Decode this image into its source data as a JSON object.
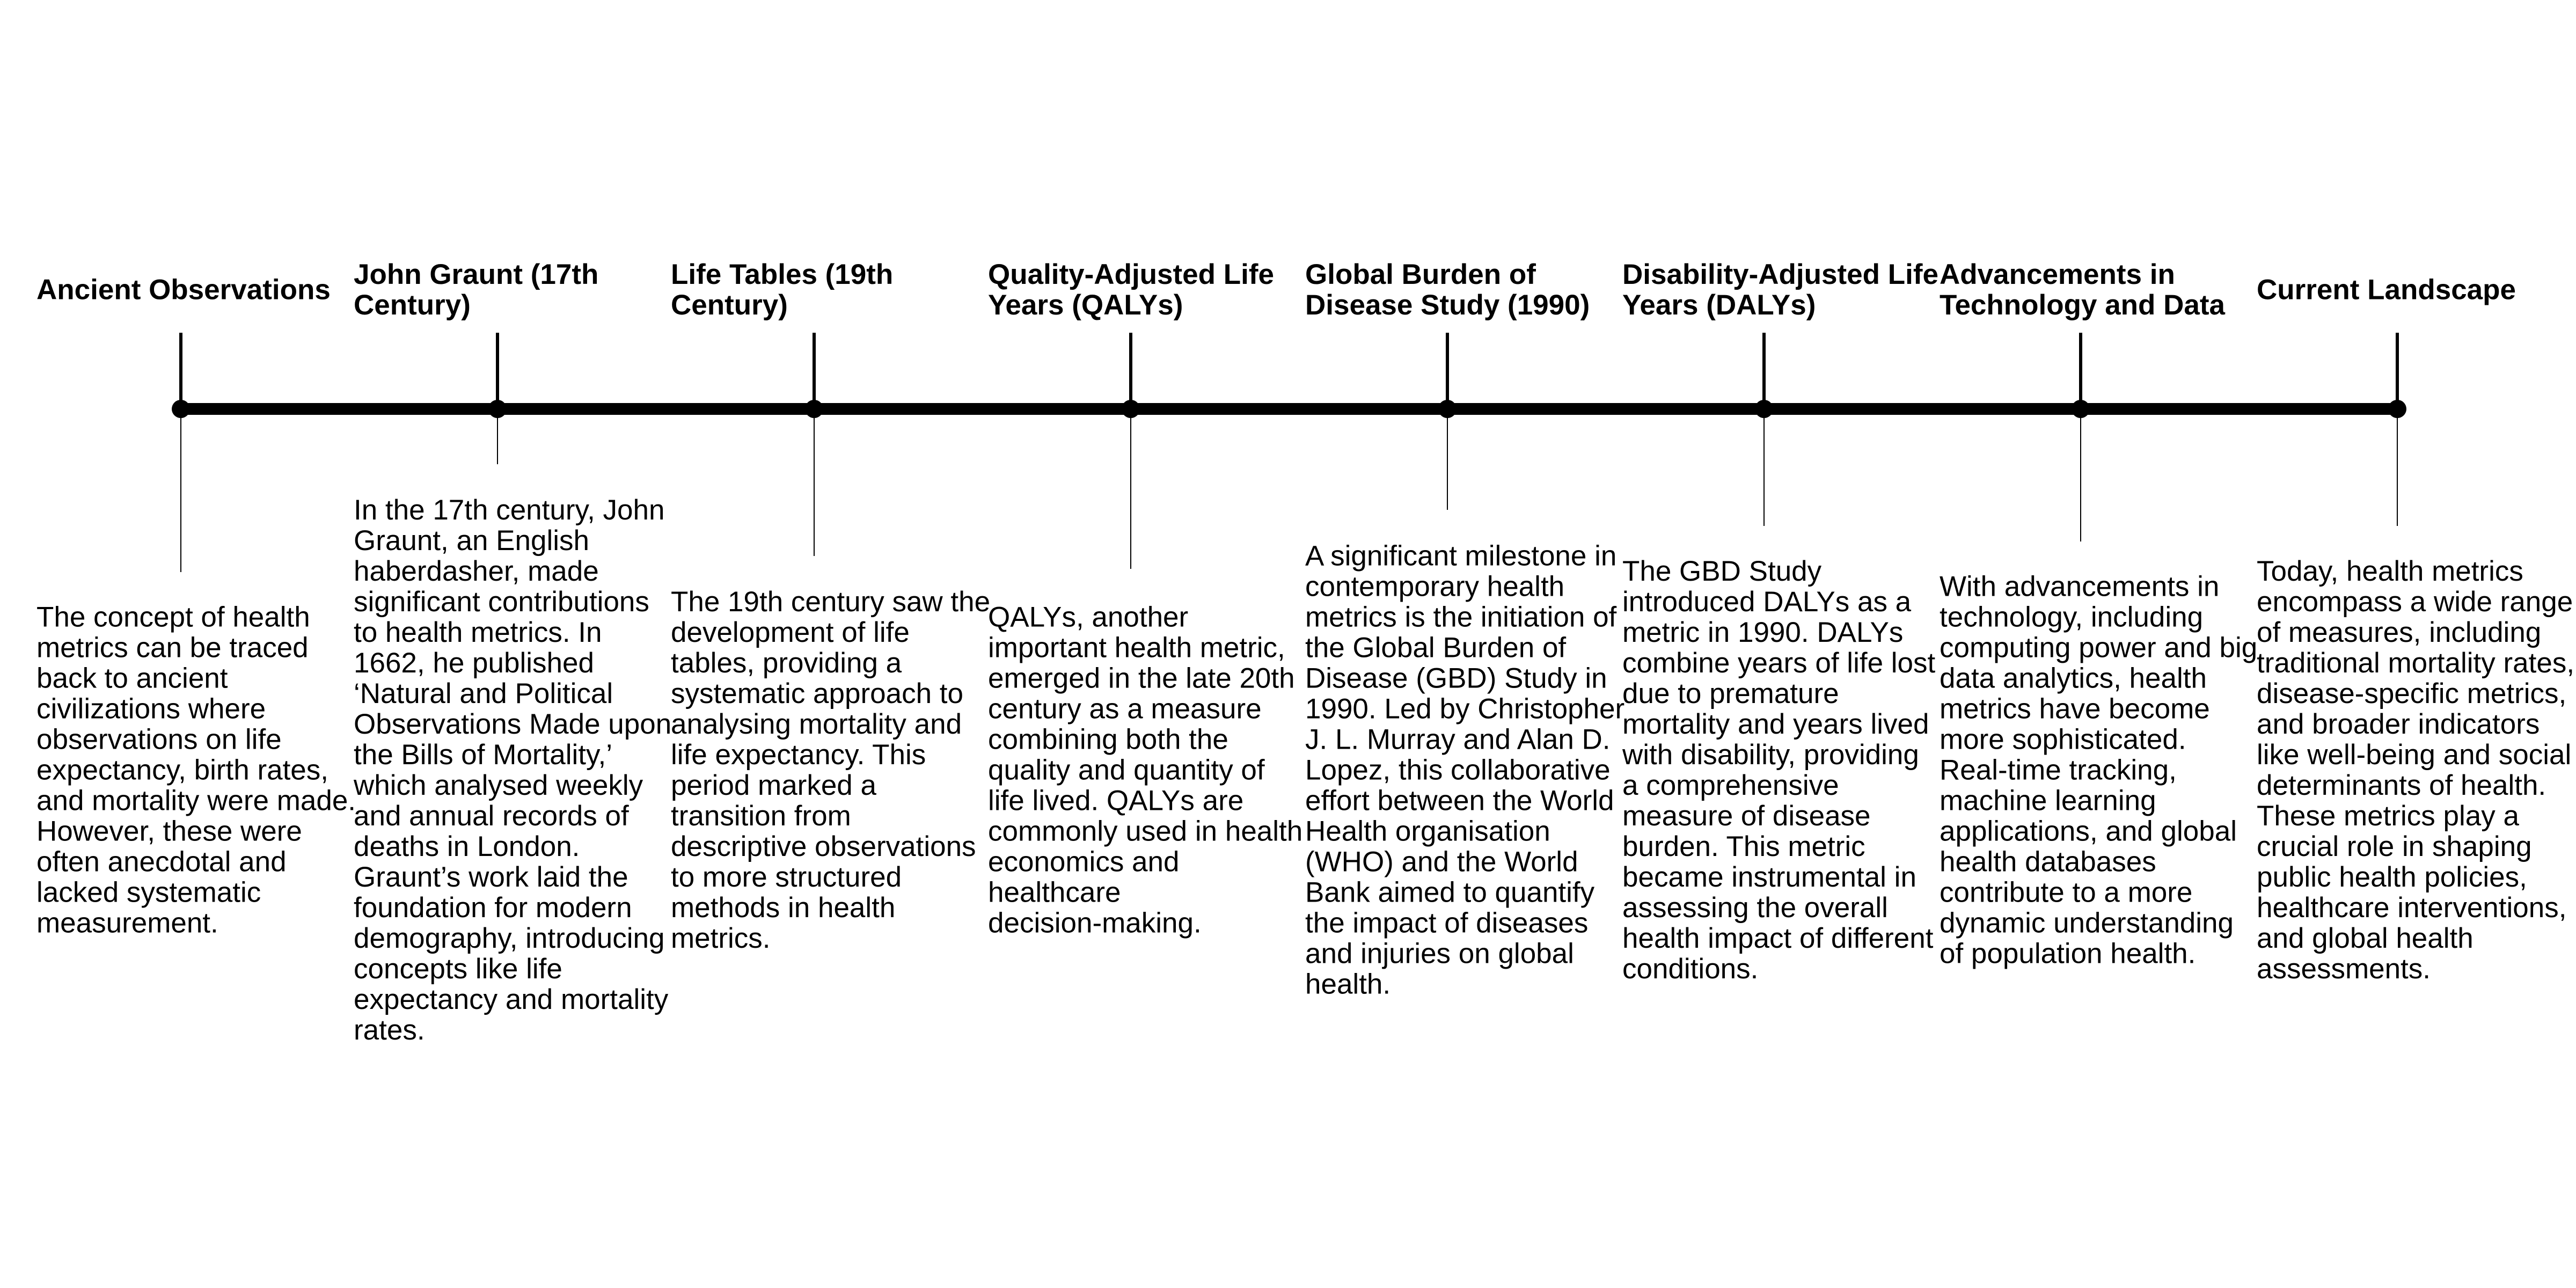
{
  "page": {
    "background_color": "#ffffff",
    "ink_color": "#000000"
  },
  "timeline": {
    "events": [
      {
        "title": "Ancient Observations",
        "description": "The concept of health\nmetrics can be traced\nback to ancient\ncivilizations where\nobservations on life\nexpectancy, birth rates,\nand mortality were made.\nHowever, these were\noften anecdotal and\nlacked systematic\nmeasurement."
      },
      {
        "title": "John Graunt (17th\nCentury)",
        "description": "In the 17th century, John\nGraunt, an English\nhaberdasher, made\nsignificant contributions\nto health metrics. In\n1662, he published\n‘Natural and Political\nObservations Made upon\nthe Bills of Mortality,’\nwhich analysed weekly\nand annual records of\ndeaths in London.\nGraunt’s work laid the\nfoundation for modern\ndemography, introducing\nconcepts like life\nexpectancy and mortality\nrates."
      },
      {
        "title": "Life Tables (19th\nCentury)",
        "description": "The 19th century saw the\ndevelopment of life\ntables, providing a\nsystematic approach to\nanalysing mortality and\nlife expectancy. This\nperiod marked a\ntransition from\ndescriptive observations\nto more structured\nmethods in health\nmetrics."
      },
      {
        "title": "Quality-Adjusted Life\nYears (QALYs)",
        "description": "QALYs, another\nimportant health metric,\nemerged in the late 20th\ncentury as a measure\ncombining both the\nquality and quantity of\nlife lived. QALYs are\ncommonly used in health\neconomics and\nhealthcare\ndecision-making."
      },
      {
        "title": "Global Burden of\nDisease Study (1990)",
        "description": "A significant milestone in\ncontemporary health\nmetrics is the initiation of\nthe Global Burden of\nDisease (GBD) Study in\n1990. Led by Christopher\nJ. L. Murray and Alan D.\nLopez, this collaborative\neffort between the World\nHealth organisation\n(WHO) and the World\nBank aimed to quantify\nthe impact of diseases\nand injuries on global\nhealth."
      },
      {
        "title": "Disability-Adjusted Life\nYears (DALYs)",
        "description": "The GBD Study\nintroduced DALYs as a\nmetric in 1990. DALYs\ncombine years of life lost\ndue to premature\nmortality and years lived\nwith disability, providing\na comprehensive\nmeasure of disease\nburden. This metric\nbecame instrumental in\nassessing the overall\nhealth impact of different\nconditions."
      },
      {
        "title": "Advancements in\nTechnology and Data",
        "description": "With advancements in\ntechnology, including\ncomputing power and big\ndata analytics, health\nmetrics have become\nmore sophisticated.\nReal-time tracking,\nmachine learning\napplications, and global\nhealth databases\ncontribute to a more\ndynamic understanding\nof population health."
      },
      {
        "title": "Current Landscape",
        "description": "Today, health metrics\nencompass a wide range\nof measures, including\ntraditional mortality rates,\ndisease-specific metrics,\nand broader indicators\nlike well-being and social\ndeterminants of health.\nThese metrics play a\ncrucial role in shaping\npublic health policies,\nhealthcare interventions,\nand global health\nassessments."
      }
    ]
  }
}
